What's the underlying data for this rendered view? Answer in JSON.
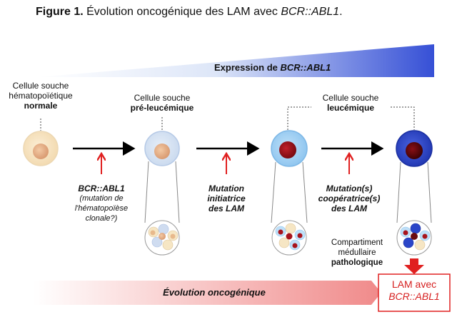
{
  "figure": {
    "title_bold": "Figure 1.",
    "title_rest": " Évolution oncogénique des LAM avec ",
    "title_italic": "BCR::ABL1",
    "title_end": "."
  },
  "expression": {
    "label_prefix": "Expression de ",
    "label_italic": "BCR::ABL1"
  },
  "stages": {
    "normal": {
      "line1": "Cellule souche",
      "line2": "hématopoïétique",
      "line3": "normale"
    },
    "pre": {
      "line1": "Cellule souche",
      "line2": "pré-leucémique"
    },
    "leuk": {
      "line1": "Cellule souche",
      "line2": "leucémique"
    }
  },
  "events": {
    "e1": {
      "line1": "BCR::ABL1",
      "line2": "(mutation de",
      "line3": "l'hématopoïèse clonale?)"
    },
    "e2": {
      "line1": "Mutation",
      "line2": "initiatrice",
      "line3": "des LAM"
    },
    "e3": {
      "line1": "Mutation(s)",
      "line2": "coopératrice(s)",
      "line3": "des LAM"
    }
  },
  "compartment": {
    "line1": "Compartiment",
    "line2_plain": "médullaire ",
    "line2_bold": "pathologique"
  },
  "evolution": {
    "label": "Évolution oncogénique"
  },
  "lam_box": {
    "line1": "LAM avec",
    "line2": "BCR::ABL1"
  },
  "colors": {
    "red": "#e02020",
    "blue_dark": "#2a45c8",
    "blue_light": "#cfdff5",
    "arrow_black": "#000000"
  }
}
